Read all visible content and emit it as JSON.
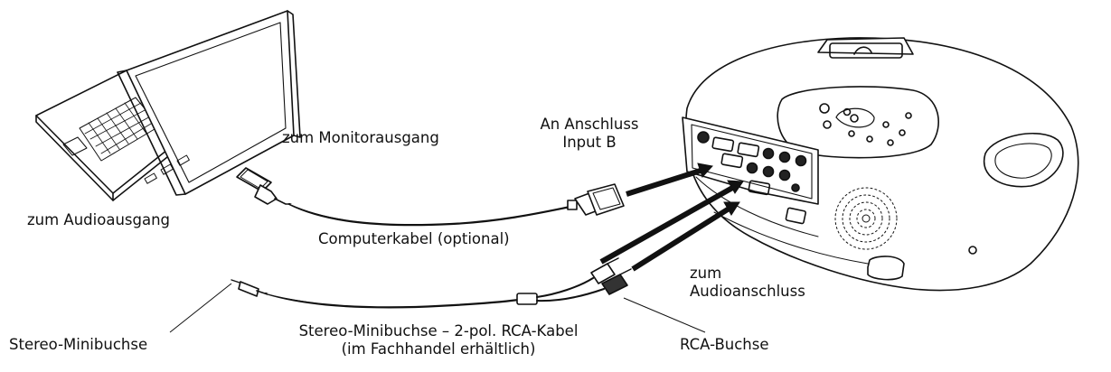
{
  "labels": {
    "monitor_output": "zum Monitorausgang",
    "port_input_b_line1": "An Anschluss",
    "port_input_b_line2": "Input B",
    "audio_output": "zum Audioausgang",
    "computer_cable": "Computerkabel (optional)",
    "audio_port_line1": "zum",
    "audio_port_line2": "Audioanschluss",
    "stereo_mini_jack": "Stereo-Minibuchse",
    "rca_cable_line1": "Stereo-Minibuchse – 2-pol. RCA-Kabel",
    "rca_cable_line2": "(im Fachhandel erhältlich)",
    "rca_jack": "RCA-Buchse"
  }
}
